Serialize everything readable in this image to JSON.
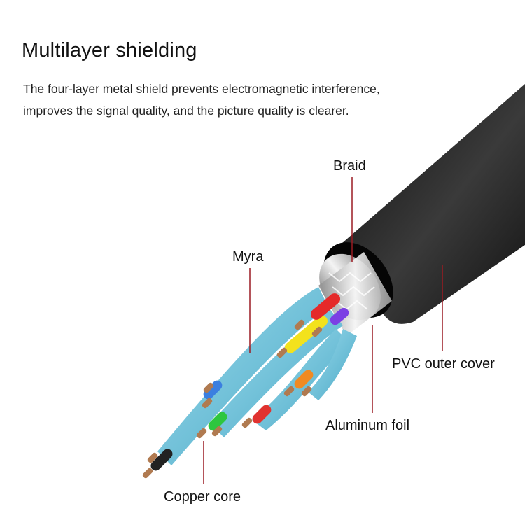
{
  "heading": "Multilayer shielding",
  "description": [
    "The four-layer metal shield prevents electromagnetic interference,",
    "improves the signal quality, and the picture quality is clearer."
  ],
  "callouts": {
    "braid": "Braid",
    "myra": "Myra",
    "pvc_outer_cover": "PVC outer cover",
    "aluminum_foil": "Aluminum foil",
    "copper_core": "Copper core"
  },
  "colors": {
    "leader_line": "#9b1b22",
    "jacket": "#1a1a1a",
    "myra_wrap": "#6cc3dc",
    "foil": "#c8c8c8",
    "copper": "#b07a50"
  },
  "wire_colors": [
    "#e8e8e8",
    "#f3e21c",
    "#e52a2a",
    "#7b3fe4",
    "#3b7fe0",
    "#2ec63f",
    "#e0322f",
    "#f08a22",
    "#222222"
  ]
}
